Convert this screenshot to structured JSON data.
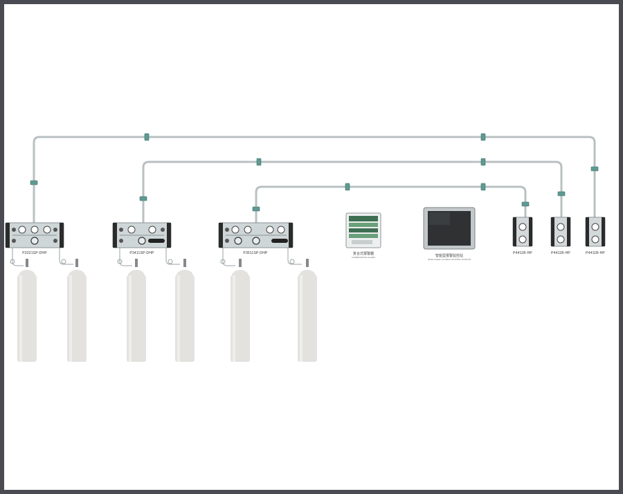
{
  "colors": {
    "frame": "#4a4a52",
    "background": "#ffffff",
    "pipe": "#b9c0c2",
    "clamp": "#5e9a92",
    "panel": "#cfd6d8",
    "cylinder": "#e4e2df"
  },
  "panels": [
    {
      "model": "P3321SP-DHP"
    },
    {
      "model": "P3411SP-DHP"
    },
    {
      "model": "P3511SP-DHP"
    }
  ],
  "alarm": {
    "name_cn": "复合式报警器",
    "name_en": "COMBINATION ALARM"
  },
  "station": {
    "name_cn": "智能型报警监控站",
    "name_en": "INTELLIGENT ALARM CONTROL STATION"
  },
  "points_of_use": [
    {
      "model": "P4411B-HP"
    },
    {
      "model": "P4411B-HP"
    },
    {
      "model": "P4411B-HP"
    }
  ]
}
